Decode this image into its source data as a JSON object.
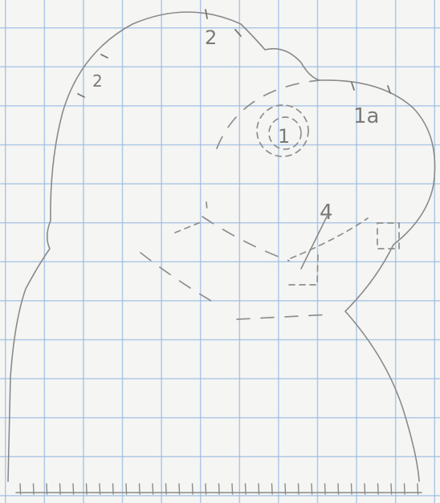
{
  "labels": {
    "top_mark": "2",
    "left_mark": "2",
    "right_mark": "1a",
    "center_mark": "1",
    "lower_mark": "4"
  },
  "ruler": {
    "tick_count": 31
  }
}
